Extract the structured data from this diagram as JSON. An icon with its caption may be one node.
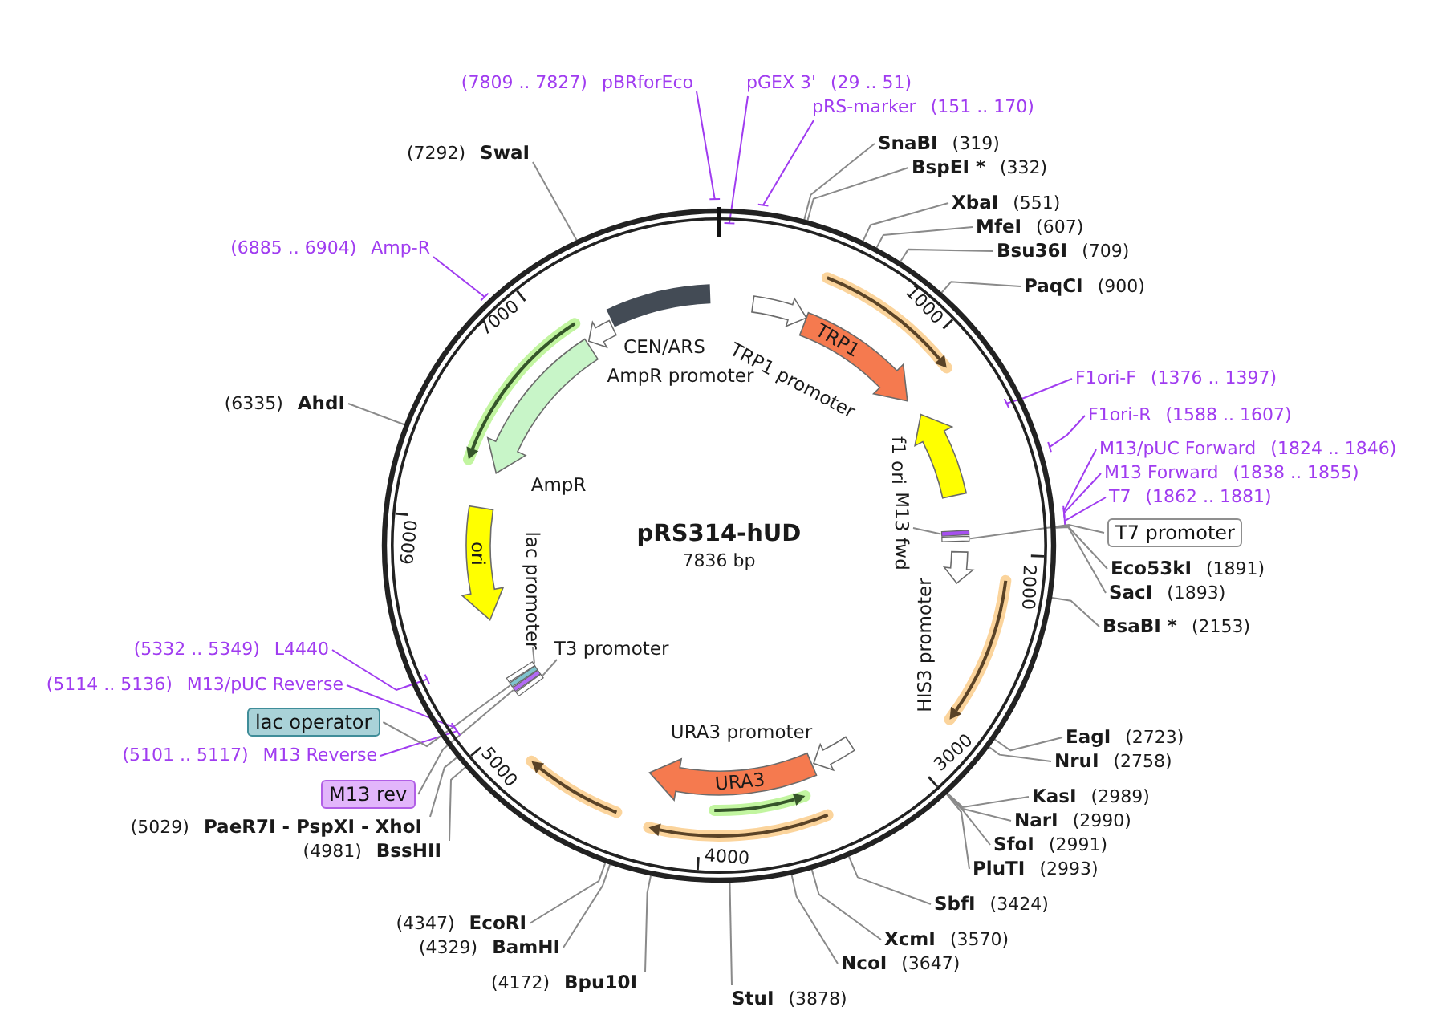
{
  "diagram": {
    "nodes": [
      {
        "text": [
          "pRS314-hUD",
          "7836 bp"
        ]
      },
      {
        "text": [
          "TRP1 promoter"
        ],
        "in": 0
      },
      {
        "text": [
          "TRP1"
        ],
        "in": 0
      },
      {
        "text": [],
        "shape": "arrow",
        "in": 0
      },
      {
        "text": [
          "f1 ori"
        ],
        "in": 0
      },
      {
        "text": [
          "M13 fwd"
        ],
        "in": 0
      },
      {
        "text": [],
        "shape": "bar",
        "in": 0
      },
      {
        "text": [],
        "shape": "bar",
        "in": 0
      },
      {
        "text": [
          "HIS3 promoter"
        ],
        "in": 0
      },
      {
        "text": [],
        "shape": "arrow",
        "in": 0
      },
      {
        "text": [
          "URA3 promoter"
        ],
        "in": 0
      },
      {
        "text": [
          "URA3"
        ],
        "in": 0
      },
      {
        "text": [],
        "shape": "arrow",
        "in": 0
      },
      {
        "text": [],
        "shape": "arrow",
        "in": 0
      },
      {
        "text": [],
        "shape": "arrow",
        "in": 0
      },
      {
        "text": [
          "T3 promoter"
        ],
        "in": 0
      },
      {
        "text": [],
        "shape": "bar",
        "in": 0
      },
      {
        "text": [
          "lac promoter"
        ],
        "in": 0
      },
      {
        "text": [],
        "shape": "bar",
        "in": 0
      },
      {
        "text": [],
        "shape": "bar",
        "in": 0
      },
      {
        "text": [],
        "shape": "bar",
        "in": 0
      },
      {
        "text": [
          "ori"
        ],
        "in": 0
      },
      {
        "text": [],
        "shape": "arrow",
        "in": 0
      },
      {
        "text": [
          "AmpR"
        ],
        "in": 0
      },
      {
        "text": [
          "AmpR promoter"
        ],
        "in": 0
      },
      {
        "text": [
          "CEN/ARS"
        ],
        "in": 0
      },
      {
        "text": [
          "(7809 .. 7827)",
          "pBRforEco"
        ]
      },
      {
        "text": [
          "pGEX 3'",
          "(29 .. 51)"
        ]
      },
      {
        "text": [
          "pRS-marker",
          "(151 .. 170)"
        ]
      },
      {
        "text": [
          "SnaBI",
          "(319)"
        ]
      },
      {
        "text": [
          "BspEI *",
          "(332)"
        ]
      },
      {
        "text": [
          "XbaI",
          "(551)"
        ]
      },
      {
        "text": [
          "MfeI",
          "(607)"
        ]
      },
      {
        "text": [
          "Bsu36I",
          "(709)"
        ]
      },
      {
        "text": [
          "PaqCI",
          "(900)"
        ]
      },
      {
        "text": [
          "F1ori-F",
          "(1376 .. 1397)"
        ]
      },
      {
        "text": [
          "F1ori-R",
          "(1588 .. 1607)"
        ]
      },
      {
        "text": [
          "M13/pUC Forward",
          "(1824 .. 1846)"
        ]
      },
      {
        "text": [
          "M13 Forward",
          "(1838 .. 1855)"
        ]
      },
      {
        "text": [
          "T7",
          "(1862 .. 1881)"
        ]
      },
      {
        "text": [
          "T7 promoter"
        ]
      },
      {
        "text": [
          "Eco53kI",
          "(1891)"
        ]
      },
      {
        "text": [
          "SacI",
          "(1893)"
        ]
      },
      {
        "text": [
          "BsaBI *",
          "(2153)"
        ]
      },
      {
        "text": [
          "EagI",
          "(2723)"
        ]
      },
      {
        "text": [
          "NruI",
          "(2758)"
        ]
      },
      {
        "text": [
          "KasI",
          "(2989)"
        ]
      },
      {
        "text": [
          "NarI",
          "(2990)"
        ]
      },
      {
        "text": [
          "SfoI",
          "(2991)"
        ]
      },
      {
        "text": [
          "PluTI",
          "(2993)"
        ]
      },
      {
        "text": [
          "SbfI",
          "(3424)"
        ]
      },
      {
        "text": [
          "XcmI",
          "(3570)"
        ]
      },
      {
        "text": [
          "NcoI",
          "(3647)"
        ]
      },
      {
        "text": [
          "StuI",
          "(3878)"
        ]
      },
      {
        "text": [
          "(4172)",
          "Bpu10I"
        ]
      },
      {
        "text": [
          "(4329)",
          "BamHI"
        ]
      },
      {
        "text": [
          "(4347)",
          "EcoRI"
        ]
      },
      {
        "text": [
          "(4981)",
          "BssHII"
        ]
      },
      {
        "text": [
          "(5029)",
          "PaeR7I - PspXI - XhoI"
        ]
      },
      {
        "text": [
          "M13 rev"
        ]
      },
      {
        "text": [
          "(5101 .. 5117)",
          "M13 Reverse"
        ]
      },
      {
        "text": [
          "lac operator"
        ]
      },
      {
        "text": [
          "(5114 .. 5136)",
          "M13/pUC Reverse"
        ]
      },
      {
        "text": [
          "(5332 .. 5349)",
          "L4440"
        ]
      },
      {
        "text": [
          "(6335)",
          "AhdI"
        ]
      },
      {
        "text": [
          "(6885 .. 6904)",
          "Amp-R"
        ]
      },
      {
        "text": [
          "(7292)",
          "SwaI"
        ]
      }
    ],
    "edges": [
      {
        "from": 26,
        "to": 0,
        "arrow": "none",
        "color": "#a03cf0"
      },
      {
        "from": 27,
        "to": 0,
        "arrow": "none",
        "color": "#a03cf0"
      },
      {
        "from": 28,
        "to": 0,
        "arrow": "none",
        "color": "#a03cf0"
      },
      {
        "from": 29,
        "to": 0,
        "arrow": "none"
      },
      {
        "from": 30,
        "to": 0,
        "arrow": "none"
      },
      {
        "from": 31,
        "to": 0,
        "arrow": "none"
      },
      {
        "from": 32,
        "to": 0,
        "arrow": "none"
      },
      {
        "from": 33,
        "to": 0,
        "arrow": "none"
      },
      {
        "from": 34,
        "to": 0,
        "arrow": "none"
      },
      {
        "from": 35,
        "to": 0,
        "arrow": "none",
        "color": "#a03cf0"
      },
      {
        "from": 36,
        "to": 0,
        "arrow": "none",
        "color": "#a03cf0"
      },
      {
        "from": 37,
        "to": 0,
        "arrow": "none",
        "color": "#a03cf0"
      },
      {
        "from": 38,
        "to": 0,
        "arrow": "none",
        "color": "#a03cf0"
      },
      {
        "from": 39,
        "to": 0,
        "arrow": "none",
        "color": "#a03cf0"
      },
      {
        "from": 40,
        "to": 7,
        "arrow": "none"
      },
      {
        "from": 41,
        "to": 0,
        "arrow": "none"
      },
      {
        "from": 42,
        "to": 0,
        "arrow": "none"
      },
      {
        "from": 43,
        "to": 0,
        "arrow": "none"
      },
      {
        "from": 44,
        "to": 0,
        "arrow": "none"
      },
      {
        "from": 45,
        "to": 0,
        "arrow": "none"
      },
      {
        "from": 46,
        "to": 0,
        "arrow": "none"
      },
      {
        "from": 47,
        "to": 0,
        "arrow": "none"
      },
      {
        "from": 48,
        "to": 0,
        "arrow": "none"
      },
      {
        "from": 49,
        "to": 0,
        "arrow": "none"
      },
      {
        "from": 50,
        "to": 0,
        "arrow": "none"
      },
      {
        "from": 51,
        "to": 0,
        "arrow": "none"
      },
      {
        "from": 52,
        "to": 0,
        "arrow": "none"
      },
      {
        "from": 53,
        "to": 0,
        "arrow": "none"
      },
      {
        "from": 54,
        "to": 0,
        "arrow": "none"
      },
      {
        "from": 55,
        "to": 0,
        "arrow": "none"
      },
      {
        "from": 56,
        "to": 0,
        "arrow": "none"
      },
      {
        "from": 57,
        "to": 0,
        "arrow": "none"
      },
      {
        "from": 58,
        "to": 0,
        "arrow": "none"
      },
      {
        "from": 59,
        "to": 20,
        "arrow": "none"
      },
      {
        "from": 60,
        "to": 0,
        "arrow": "none",
        "color": "#a03cf0"
      },
      {
        "from": 61,
        "to": 19,
        "arrow": "none"
      },
      {
        "from": 62,
        "to": 0,
        "arrow": "none",
        "color": "#a03cf0"
      },
      {
        "from": 63,
        "to": 0,
        "arrow": "none",
        "color": "#a03cf0"
      },
      {
        "from": 64,
        "to": 0,
        "arrow": "none"
      },
      {
        "from": 65,
        "to": 0,
        "arrow": "none",
        "color": "#a03cf0"
      },
      {
        "from": 66,
        "to": 0,
        "arrow": "none"
      },
      {
        "from": 5,
        "to": 6,
        "arrow": "none"
      },
      {
        "from": 15,
        "to": 16,
        "arrow": "none"
      },
      {
        "from": 17,
        "to": 18,
        "arrow": "none"
      }
    ],
    "labels": [
      "1000",
      "2000",
      "3000",
      "4000",
      "5000",
      "6000",
      "7000"
    ]
  }
}
